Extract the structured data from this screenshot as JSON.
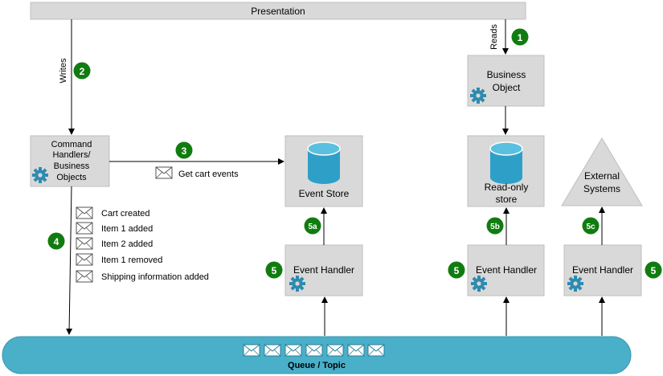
{
  "presentation_label": "Presentation",
  "business_object_label": [
    "Business",
    "Object"
  ],
  "command_handlers_label": [
    "Command",
    "Handlers/",
    "Business",
    "Objects"
  ],
  "event_store_label": "Event Store",
  "readonly_store_label": [
    "Read-only",
    "store"
  ],
  "external_systems_label": [
    "External",
    "Systems"
  ],
  "event_handler_label": "Event Handler",
  "queue_label": "Queue / Topic",
  "writes_label": "Writes",
  "reads_label": "Reads",
  "get_cart_events_label": "Get cart events",
  "events": [
    "Cart created",
    "Item 1 added",
    "Item 2 added",
    "Item 1 removed",
    "Shipping information added"
  ],
  "steps": {
    "s1": "1",
    "s2": "2",
    "s3": "3",
    "s4": "4",
    "s5_left": "5",
    "s5_mid": "5",
    "s5_right": "5",
    "s5a": "5a",
    "s5b": "5b",
    "s5c": "5c"
  },
  "colors": {
    "box_fill": "#d9d9d9",
    "box_stroke": "#bfbfbf",
    "step_green": "#107c10",
    "queue_blue": "#4aafc9",
    "gear_blue": "#2e8bb0",
    "cylinder_blue": "#2ea0c8"
  }
}
